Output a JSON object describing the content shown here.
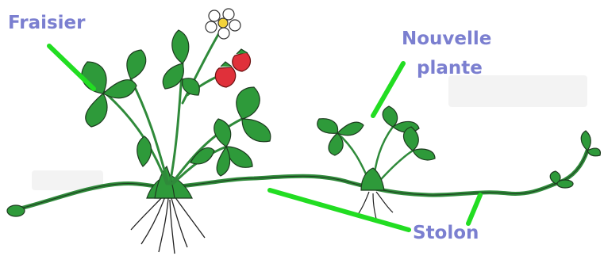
{
  "labels": {
    "plant": "Fraisier",
    "new_plant_line1": "Nouvelle",
    "new_plant_line2": "plante",
    "stolon": "Stolon"
  },
  "colors": {
    "label_text": "#7b7fd0",
    "pointer": "#22dd22",
    "leaf": "#2e9a3a",
    "leaf_dark": "#1e7a2c",
    "stem": "#2f8a3a",
    "fruit": "#e0303a",
    "flower": "#ffffff",
    "flower_center": "#f2d23a",
    "outline": "#1d3b1f"
  },
  "icons": [
    "strawberry-plant",
    "strawberry-fruit",
    "flower",
    "roots"
  ]
}
